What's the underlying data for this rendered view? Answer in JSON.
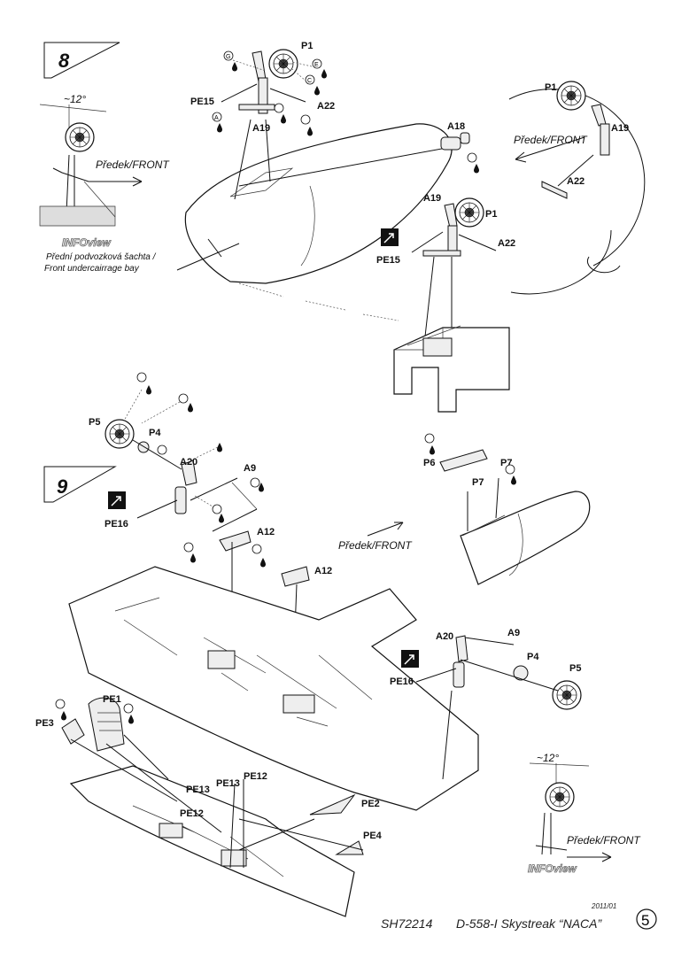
{
  "steps": {
    "step8": "8",
    "step9": "9"
  },
  "angle_label_top": "~12°",
  "angle_label_bottom": "~12°",
  "front_labels": {
    "f1": "Předek/FRONT",
    "f2": "Předek/FRONT",
    "f3": "Předek/FRONT",
    "f4": "Předek/FRONT"
  },
  "infoview": "INFOview",
  "bay_caption": {
    "line1": "Přední podvozková šachta /",
    "line2": "Front undercairrage bay"
  },
  "parts": {
    "P1a": "P1",
    "P1b": "P1",
    "P1c": "P1",
    "PE15a": "PE15",
    "PE15b": "PE15",
    "A19a": "A19",
    "A19b": "A19",
    "A19c": "A19",
    "A22a": "A22",
    "A22b": "A22",
    "A22c": "A22",
    "A18": "A18",
    "P5a": "P5",
    "P5b": "P5",
    "P4a": "P4",
    "P4b": "P4",
    "A20a": "A20",
    "A20b": "A20",
    "A9a": "A9",
    "A9b": "A9",
    "PE16a": "PE16",
    "PE16b": "PE16",
    "A12a": "A12",
    "A12b": "A12",
    "P6": "P6",
    "P7a": "P7",
    "P7b": "P7",
    "PE1": "PE1",
    "PE3": "PE3",
    "PE13a": "PE13",
    "PE13b": "PE13",
    "PE12a": "PE12",
    "PE12b": "PE12",
    "PE2": "PE2",
    "PE4": "PE4"
  },
  "paint_codes": [
    "G",
    "E",
    "C",
    "A"
  ],
  "footer": {
    "date": "2011/01",
    "code": "SH72214",
    "title": "D-558-I Skystreak “NACA”",
    "page": "5"
  },
  "colors": {
    "ink": "#111111",
    "paint_fill": "#ffffff"
  }
}
